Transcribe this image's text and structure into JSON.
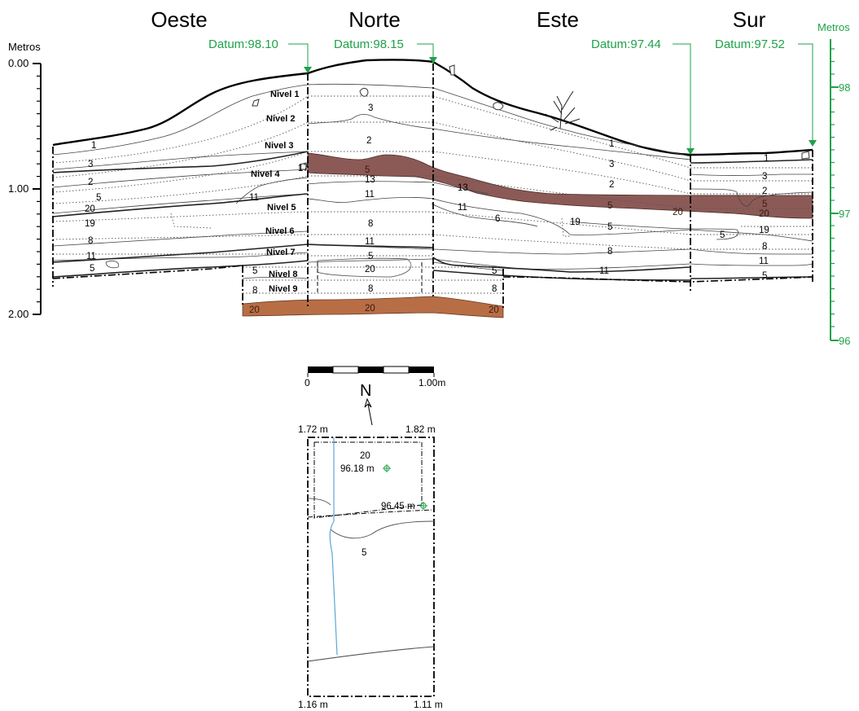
{
  "colors": {
    "datum": "#1fa24a",
    "level_4_fill": "#8c5a56",
    "level_20_fill": "#b86e45",
    "water_line": "#5aa7d6"
  },
  "walls": {
    "oeste": "Oeste",
    "norte": "Norte",
    "este": "Este",
    "sur": "Sur"
  },
  "axis_left": {
    "title": "Metros",
    "ticks": [
      "0.00",
      "1.00",
      "2.00"
    ]
  },
  "axis_right": {
    "title": "Metros",
    "ticks": [
      "98",
      "97",
      "96"
    ]
  },
  "datums": [
    "Datum:98.10",
    "Datum:98.15",
    "Datum:97.44",
    "Datum:97.52"
  ],
  "niveles": [
    "Nivel 1",
    "Nivel 2",
    "Nivel 3",
    "Nivel 4",
    "Nivel 5",
    "Nivel 6",
    "Nivel 7",
    "Nivel 8",
    "Nivel 9"
  ],
  "layer_labels": {
    "oeste": [
      "1",
      "3",
      "2",
      "5",
      "20",
      "19",
      "8",
      "11",
      "5"
    ],
    "oeste_inner": [
      "11",
      "17"
    ],
    "norte": [
      "3",
      "2",
      "5",
      "13",
      "11",
      "8",
      "11",
      "5",
      "20",
      "8",
      "20"
    ],
    "este": [
      "1",
      "3",
      "2",
      "5",
      "13",
      "11",
      "6",
      "19",
      "5",
      "8",
      "11",
      "20"
    ],
    "sur": [
      "1",
      "3",
      "2",
      "5",
      "20",
      "19",
      "5",
      "8",
      "11",
      "5"
    ],
    "lower_left": [
      "5",
      "8",
      "20"
    ],
    "lower_right": [
      "5",
      "8",
      "20"
    ]
  },
  "scale": {
    "start": "0",
    "end": "1.00m"
  },
  "plan": {
    "north": "N",
    "corners": [
      "1.72 m",
      "1.82 m",
      "1.16 m",
      "1.11 m"
    ],
    "layers": [
      "20",
      "5"
    ],
    "elevations": [
      "96.18 m",
      "96.45 m"
    ]
  }
}
